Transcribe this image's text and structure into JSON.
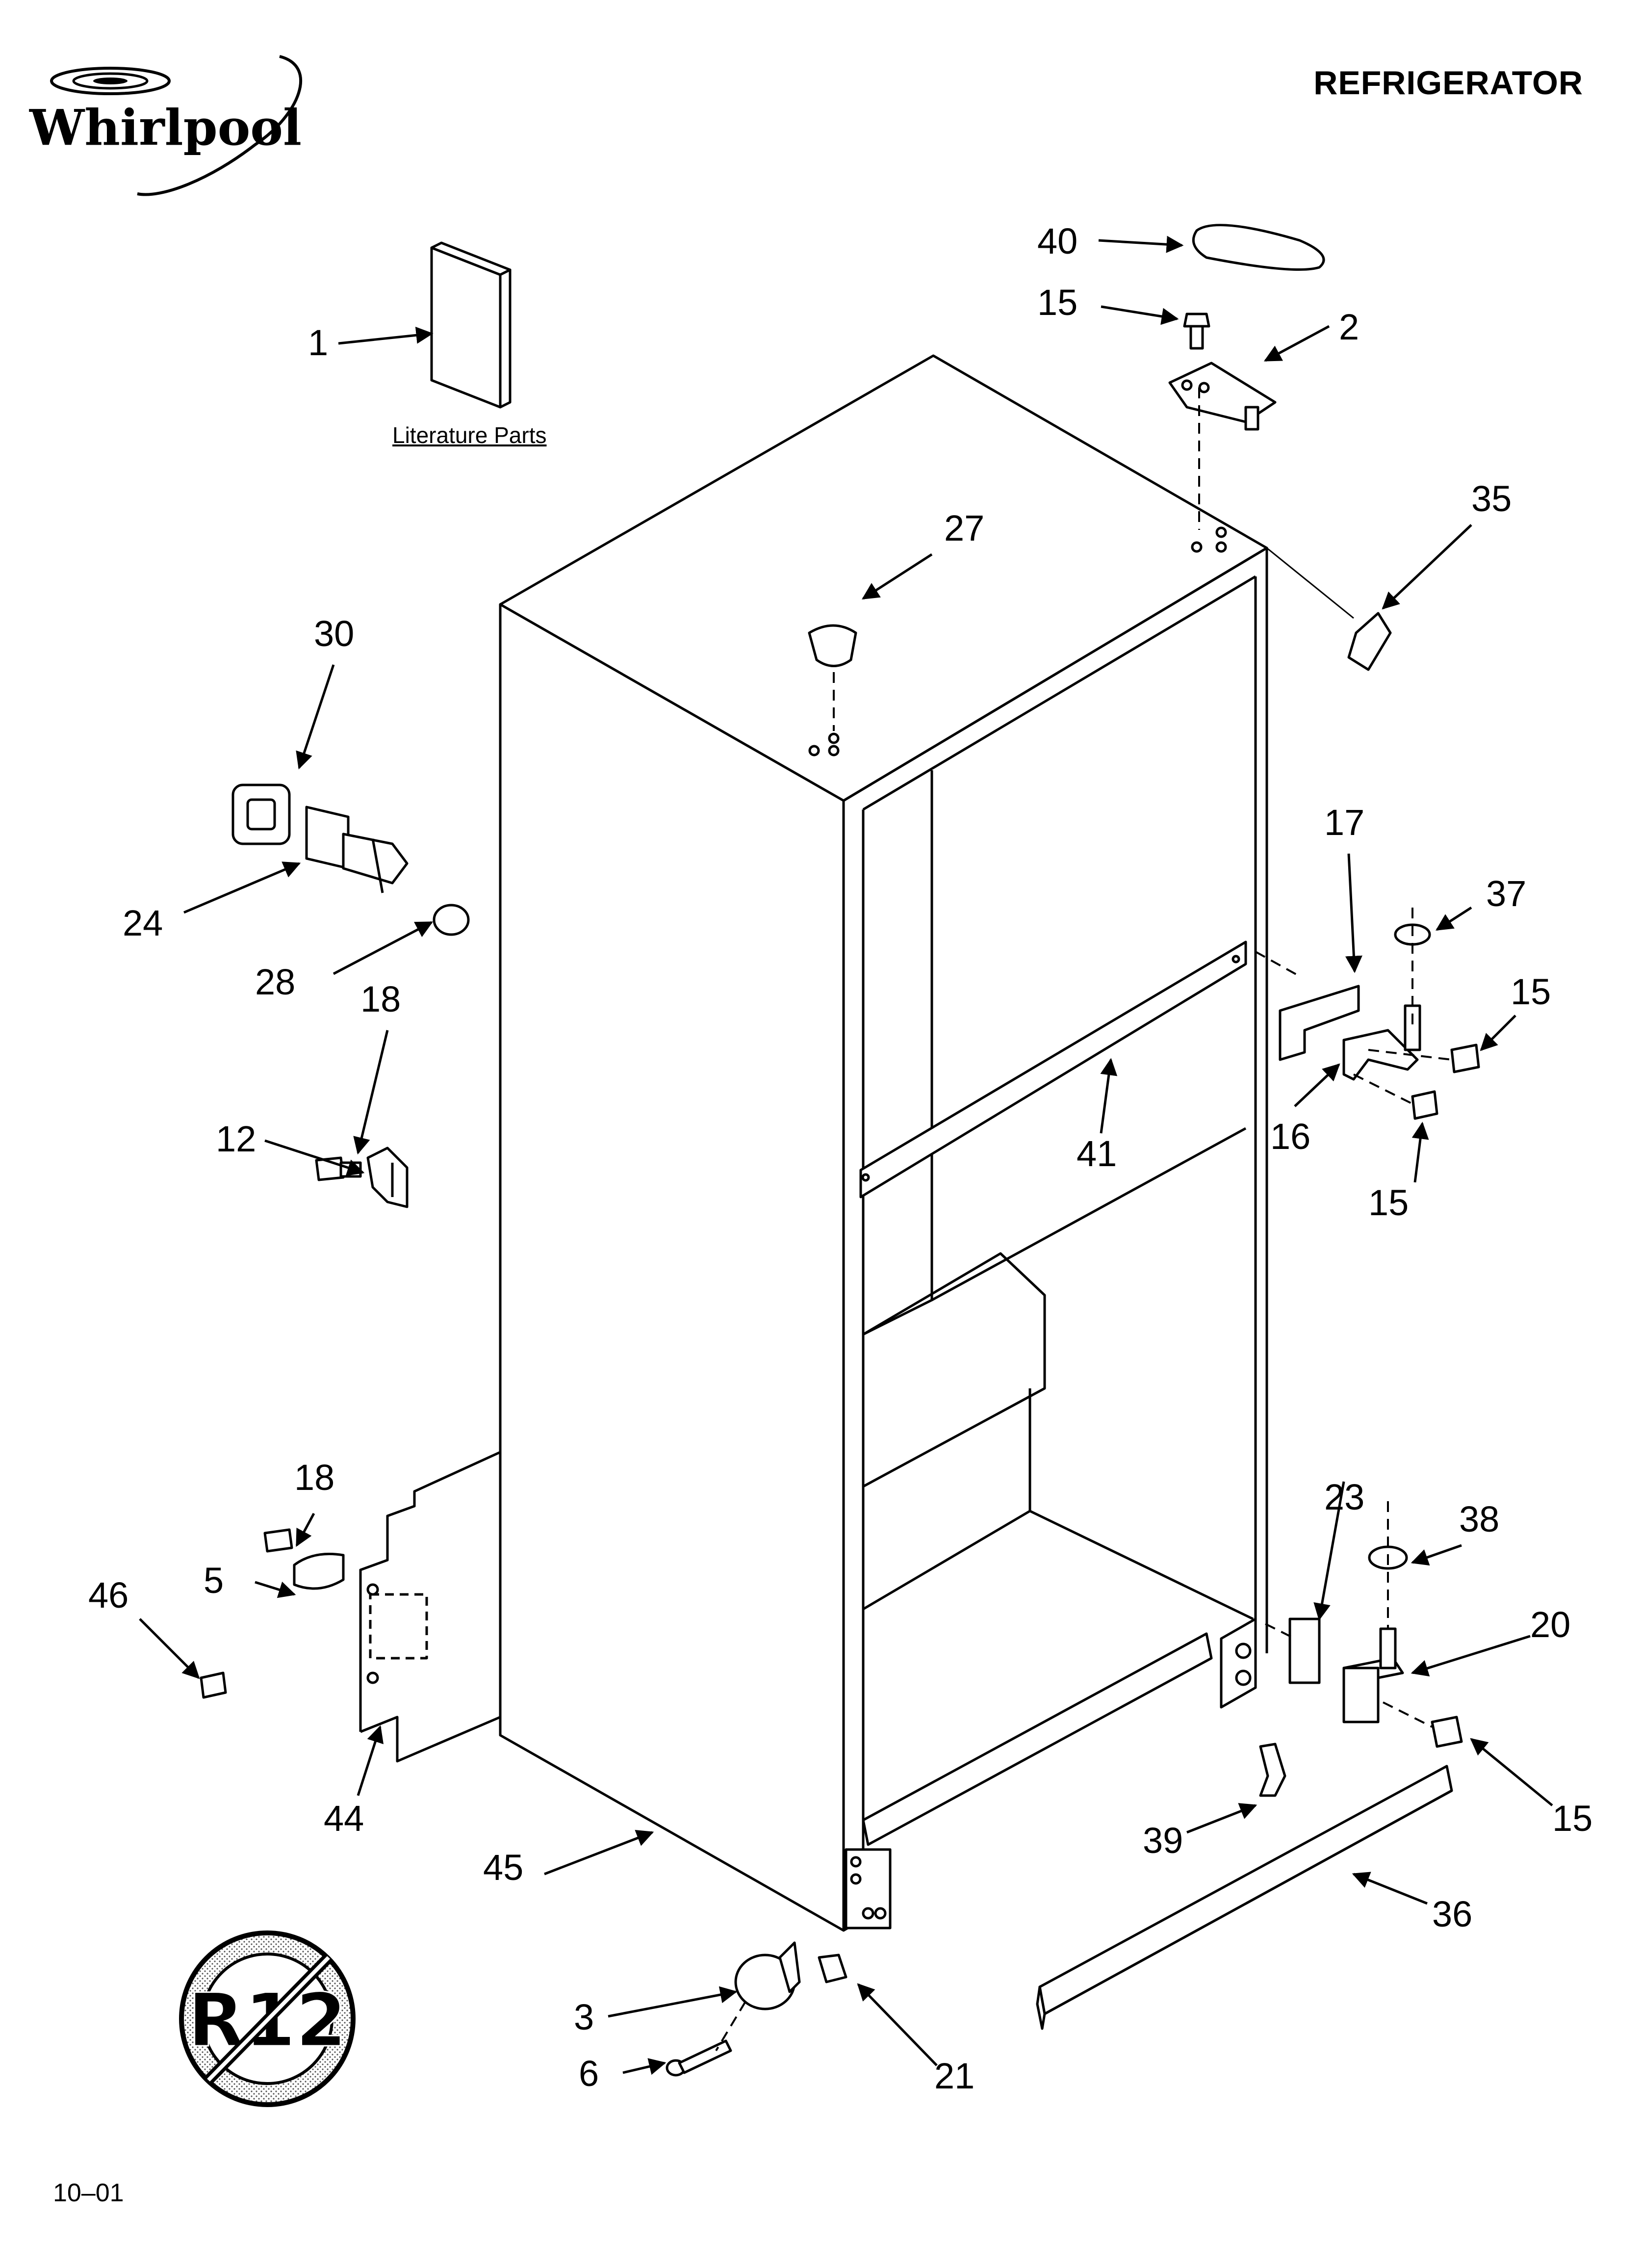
{
  "header": {
    "brand": "Whirlpool",
    "title": "REFRIGERATOR"
  },
  "footer": {
    "code": "10–01"
  },
  "literature_parts_label": "Literature Parts",
  "no_r12_badge": "R12",
  "callouts": [
    {
      "id": "c1",
      "label": "1"
    },
    {
      "id": "c2",
      "label": "2"
    },
    {
      "id": "c3",
      "label": "3"
    },
    {
      "id": "c5",
      "label": "5"
    },
    {
      "id": "c6",
      "label": "6"
    },
    {
      "id": "c12",
      "label": "12"
    },
    {
      "id": "c15a",
      "label": "15"
    },
    {
      "id": "c15b",
      "label": "15"
    },
    {
      "id": "c15c",
      "label": "15"
    },
    {
      "id": "c15d",
      "label": "15"
    },
    {
      "id": "c16",
      "label": "16"
    },
    {
      "id": "c17",
      "label": "17"
    },
    {
      "id": "c18a",
      "label": "18"
    },
    {
      "id": "c18b",
      "label": "18"
    },
    {
      "id": "c20",
      "label": "20"
    },
    {
      "id": "c21",
      "label": "21"
    },
    {
      "id": "c23",
      "label": "23"
    },
    {
      "id": "c24",
      "label": "24"
    },
    {
      "id": "c27",
      "label": "27"
    },
    {
      "id": "c28",
      "label": "28"
    },
    {
      "id": "c30",
      "label": "30"
    },
    {
      "id": "c35",
      "label": "35"
    },
    {
      "id": "c36",
      "label": "36"
    },
    {
      "id": "c37",
      "label": "37"
    },
    {
      "id": "c38",
      "label": "38"
    },
    {
      "id": "c39",
      "label": "39"
    },
    {
      "id": "c40",
      "label": "40"
    },
    {
      "id": "c41",
      "label": "41"
    },
    {
      "id": "c44",
      "label": "44"
    },
    {
      "id": "c45",
      "label": "45"
    },
    {
      "id": "c46",
      "label": "46"
    }
  ]
}
